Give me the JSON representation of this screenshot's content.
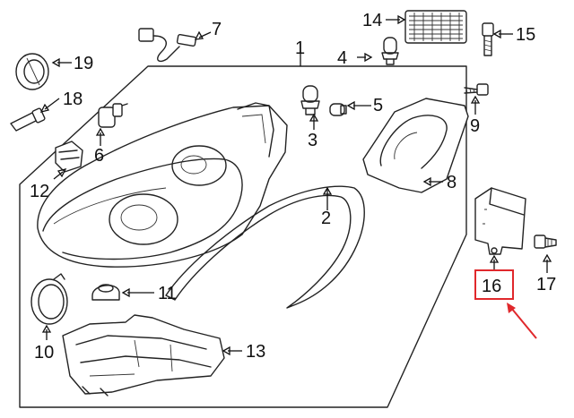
{
  "callouts": [
    {
      "id": "c1",
      "text": "1"
    },
    {
      "id": "c2",
      "text": "2"
    },
    {
      "id": "c3",
      "text": "3"
    },
    {
      "id": "c4",
      "text": "4"
    },
    {
      "id": "c5",
      "text": "5"
    },
    {
      "id": "c6",
      "text": "6"
    },
    {
      "id": "c7",
      "text": "7"
    },
    {
      "id": "c8",
      "text": "8"
    },
    {
      "id": "c9",
      "text": "9"
    },
    {
      "id": "c10",
      "text": "10"
    },
    {
      "id": "c11",
      "text": "11"
    },
    {
      "id": "c12",
      "text": "12"
    },
    {
      "id": "c13",
      "text": "13"
    },
    {
      "id": "c14",
      "text": "14"
    },
    {
      "id": "c15",
      "text": "15"
    },
    {
      "id": "c16",
      "text": "16"
    },
    {
      "id": "c17",
      "text": "17"
    },
    {
      "id": "c18",
      "text": "18"
    },
    {
      "id": "c19",
      "text": "19"
    }
  ],
  "colors": {
    "line": "#222222",
    "highlight": "#e0282c",
    "background": "#ffffff"
  }
}
